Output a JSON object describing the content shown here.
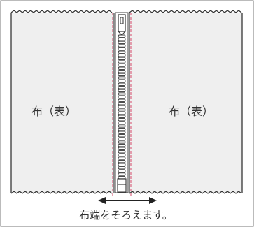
{
  "diagram": {
    "left_panel_label": "布（表）",
    "right_panel_label": "布（表）",
    "caption": "布端をそろえます。"
  },
  "colors": {
    "background": "#ffffff",
    "fabric": "#efefef",
    "outline": "#444444",
    "stitch": "#d44a6a",
    "text": "#333333"
  }
}
